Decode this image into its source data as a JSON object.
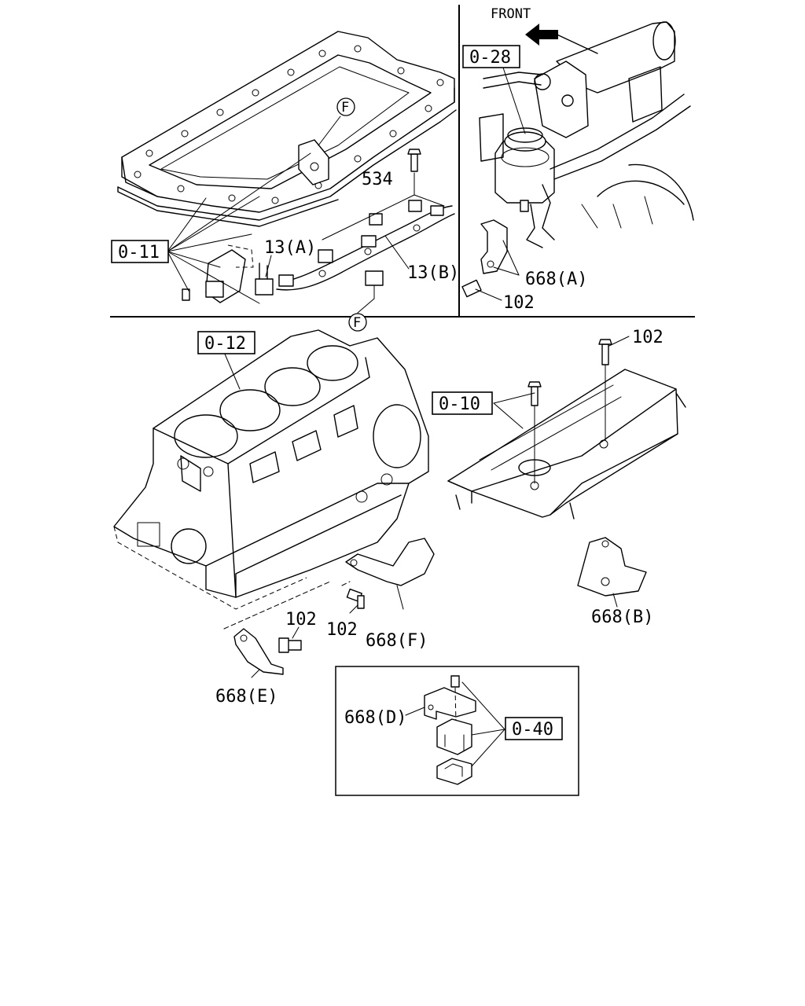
{
  "labels": {
    "front": "FRONT",
    "ref_0_11": "0-11",
    "ref_0_28": "0-28",
    "ref_0_12": "0-12",
    "ref_0_10": "0-10",
    "ref_0_40": "0-40",
    "p534": "534",
    "p13a": "13(A)",
    "p13b": "13(B)",
    "f1": "F",
    "f2": "F",
    "p668a": "668(A)",
    "p102_top": "102",
    "p102_right": "102",
    "p668b": "668(B)",
    "p102_left1": "102",
    "p102_left2": "102",
    "p668f": "668(F)",
    "p668e": "668(E)",
    "p668d": "668(D)"
  }
}
